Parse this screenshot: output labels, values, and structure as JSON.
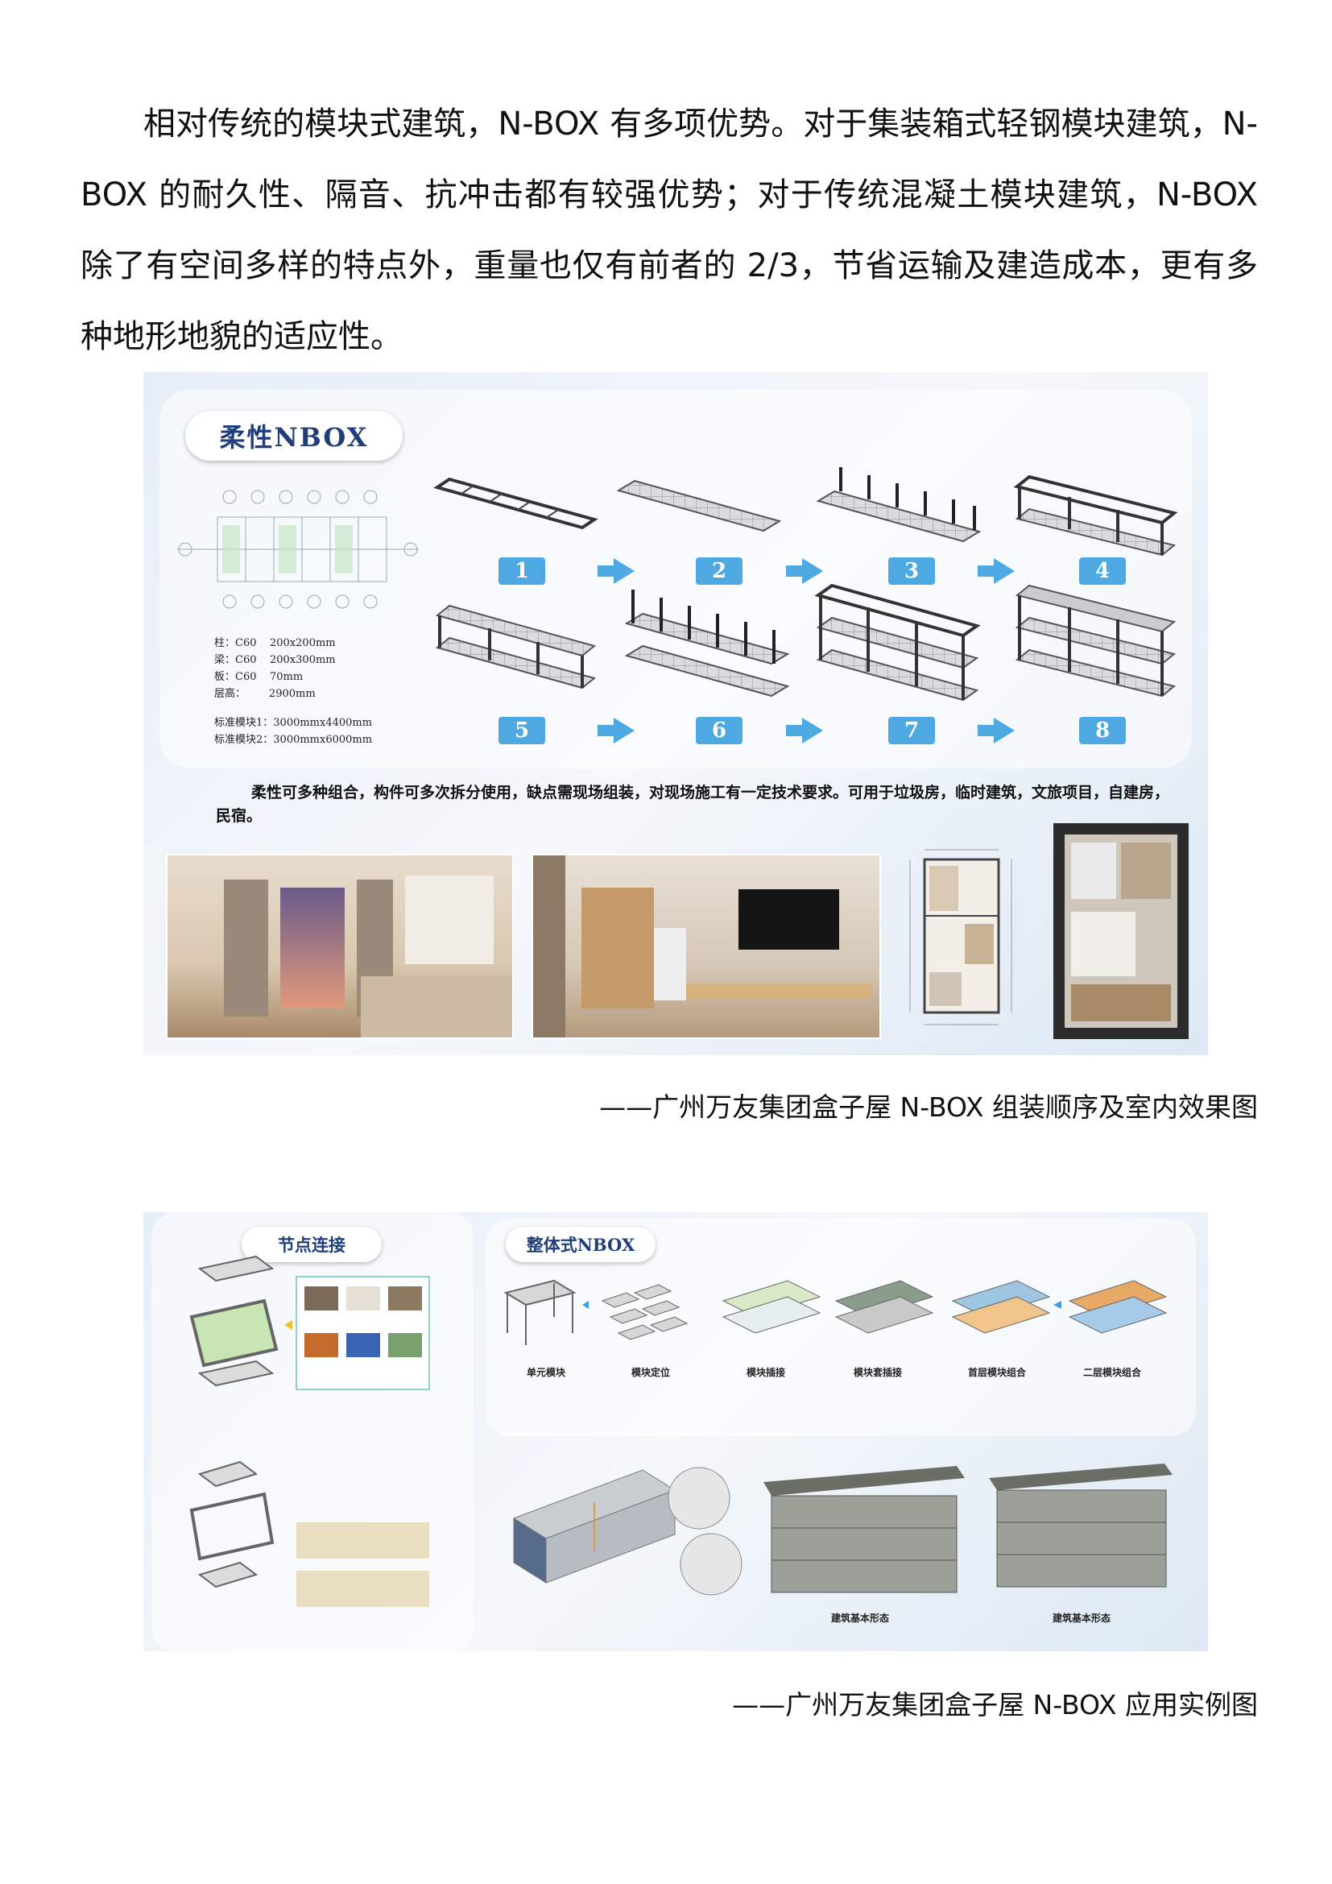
{
  "body_paragraph": "相对传统的模块式建筑，N-BOX 有多项优势。对于集装箱式轻钢模块建筑，N-BOX 的耐久性、隔音、抗冲击都有较强优势；对于传统混凝土模块建筑，N-BOX 除了有空间多样的特点外，重量也仅有前者的 2/3，节省运输及建造成本，更有多种地形地貌的适应性。",
  "figure1": {
    "title": "柔性NBOX",
    "steps": [
      "1",
      "2",
      "3",
      "4",
      "5",
      "6",
      "7",
      "8"
    ],
    "specs": [
      "柱：C60    200x200mm",
      "梁：C60    200x300mm",
      "板：C60    70mm",
      "层高：       2900mm",
      "",
      "标准模块1：3000mmx4400mm",
      "标准模块2：3000mmx6000mm"
    ],
    "description": "柔性可多种组合，构件可多次拆分使用，缺点需现场组装，对现场施工有一定技术要求。可用于垃圾房，临时建筑，文旅项目，自建房，民宿。",
    "caption": "——广州万友集团盒子屋 N-BOX 组装顺序及室内效果图"
  },
  "figure2": {
    "left_title": "节点连接",
    "right_title": "整体式NBOX",
    "stage_labels": [
      "单元模块",
      "模块定位",
      "模块插接",
      "模块套插接",
      "首层模块组合",
      "二层模块组合"
    ],
    "building_labels": [
      "建筑基本形态",
      "建筑基本形态"
    ],
    "caption": "——广州万友集团盒子屋 N-BOX 应用实例图"
  },
  "colors": {
    "accent": "#4ea8e2",
    "title_blue": "#1f3e7a"
  }
}
